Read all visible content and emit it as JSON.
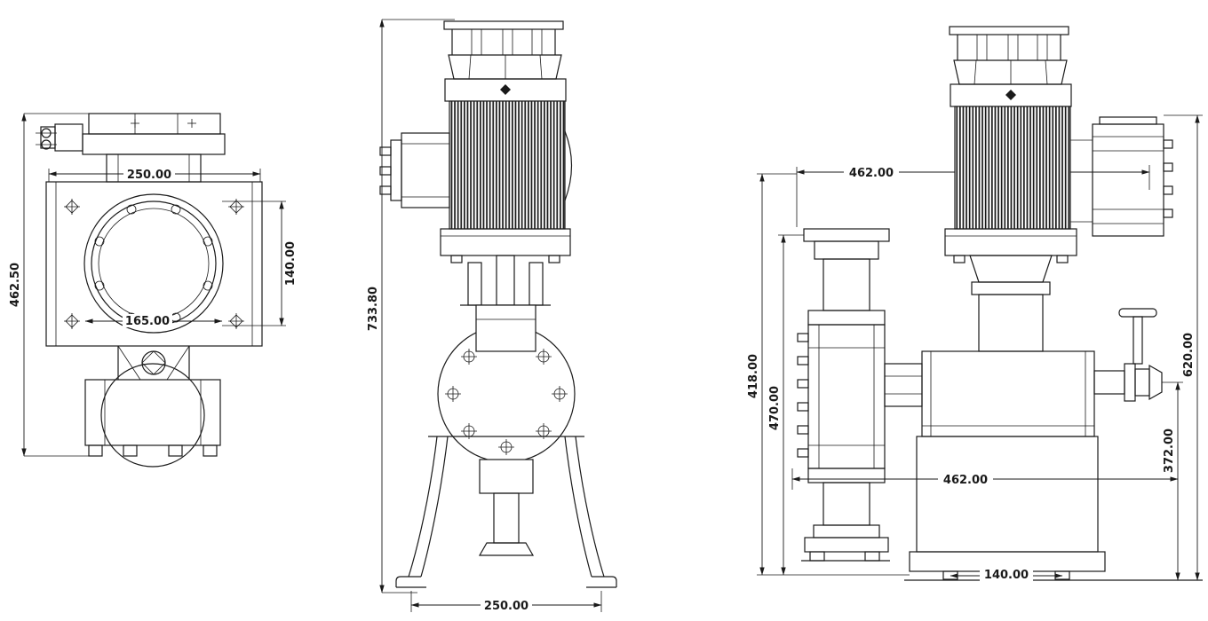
{
  "colors": {
    "line": "#1a1a1a",
    "background": "#ffffff"
  },
  "views": {
    "top": {
      "dims": {
        "overall_height": "462.50",
        "flange_width": "250.00",
        "bore_diameter": "140.00",
        "bolt_circle": "165.00"
      }
    },
    "front": {
      "dims": {
        "overall_height": "733.80",
        "base_width": "250.00"
      }
    },
    "side": {
      "dims": {
        "top_width": "462.00",
        "height_a": "418.00",
        "height_b": "470.00",
        "total_height": "620.00",
        "discharge_height": "372.00",
        "mid_width": "462.00",
        "foot_spacing": "140.00"
      }
    }
  }
}
